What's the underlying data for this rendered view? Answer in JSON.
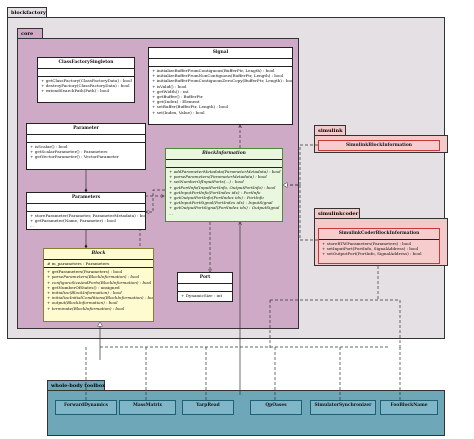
{
  "packages": {
    "blockfactory": "blockfactory",
    "core": "core",
    "simulink": "simulink",
    "simulinkcoder": "simulinkcoder",
    "wbt": "whole-body toolbox"
  },
  "classes": {
    "class_factory": {
      "name": "ClassFactorySingleton",
      "methods": [
        "+ getClassFactory(ClassFactoryData) : bool",
        "+ destroyFactory(ClassFactoryData) : bool",
        "+ extendSearchPath(Path) : bool"
      ]
    },
    "signal": {
      "name": "Signal",
      "methods": [
        "+ initializeBufferFromContiguous(BufferPtr, Length) : bool",
        "+ initializeBufferFromNonContiguous(BufferPtr, Length) : bool",
        "+ initializeBufferFromContiguousZeroCopy(BufferPtr, Length) : bool",
        "+ isValid() : bool",
        "+ getWidth() : int",
        "+ getBuffer() : BufferPtr",
        "+ get(Index) : Element",
        "+ setBuffer(BufferPtr, Length) : bool",
        "+ set(Index, Value) : bool"
      ]
    },
    "parameter": {
      "name": "Parameter",
      "methods": [
        "+ isScalar() : bool",
        "+ getScalarParameter() : Parameters",
        "+ getVectorParameter() : VectorParameter"
      ]
    },
    "parameters": {
      "name": "Parameters",
      "methods": [
        "+ storeParameter(Parameter, ParameterMetadata) : bool",
        "+ getParameter(Name, Parameter) : bool",
        "..."
      ]
    },
    "block_information": {
      "name": "BlockInformation",
      "methods": [
        "+ addParameterMetadata(ParameterMetadata) : bool",
        "+ parseParameters(ParameterMetadata) : bool",
        "+ setNumberOfInputPorts(...) : bool",
        "+ getPortInfo(InputPortInfo, OutputPortInfo) : bool",
        "+ getInputPortInfo(PortIndex idx) : PortInfo",
        "+ getOutputPortInfo(PortIndex idx) : PortInfo",
        "+ getInputPortSignal(PortIndex idx) : InputSignal",
        "+ getOutputPortSignal(PortIndex idx) : OutputSignal",
        "..."
      ]
    },
    "block": {
      "name": "Block",
      "attributes": [
        "# m_parameters : Parameters"
      ],
      "methods": [
        "+ getParameters(Parameters) : bool",
        "+ parseParameters(BlockInformation) : bool",
        "+ configureSizeAndPorts(BlockInformation) : bool",
        "+ getNumberOfStates() : unsigned",
        "+ initialize(BlockInformation) : bool",
        "+ initializeInitialConditions(BlockInformation) : bool",
        "+ output(BlockInformation) : bool",
        "+ terminate(BlockInformation) : bool"
      ]
    },
    "port": {
      "name": "Port",
      "attributes": [
        "+ DynamicSize : int"
      ]
    },
    "simulink_block_info": {
      "name": "SimulinkBlockInformation"
    },
    "simulink_coder_block_info": {
      "name": "SimulinkCoderBlockInformation",
      "methods": [
        "+ storeRTWParameters(Parameters) : bool",
        "+ setInputPort(PortInfo, SignalAddress) : bool",
        "+ setOutputPort(PortInfo, SignalAddress) : bool"
      ]
    }
  },
  "wbt_blocks": [
    "ForwardDynamics",
    "MassMatrix",
    "YarpRead",
    "QpOases",
    "SimulatorSynchronizer",
    "FooBlockName"
  ],
  "colors": {
    "blockfactory_bg": "#e5e0e3",
    "core_bg": "#cfaac7",
    "simulink_bg": "#f3c9c9",
    "wbt_bg": "#6ea8b8",
    "block_information_bg": "#e8f7dd",
    "block_bg": "#fffbd0",
    "pink_class_bg": "#f7cccc",
    "teal_class_bg": "#7fb7c9"
  }
}
